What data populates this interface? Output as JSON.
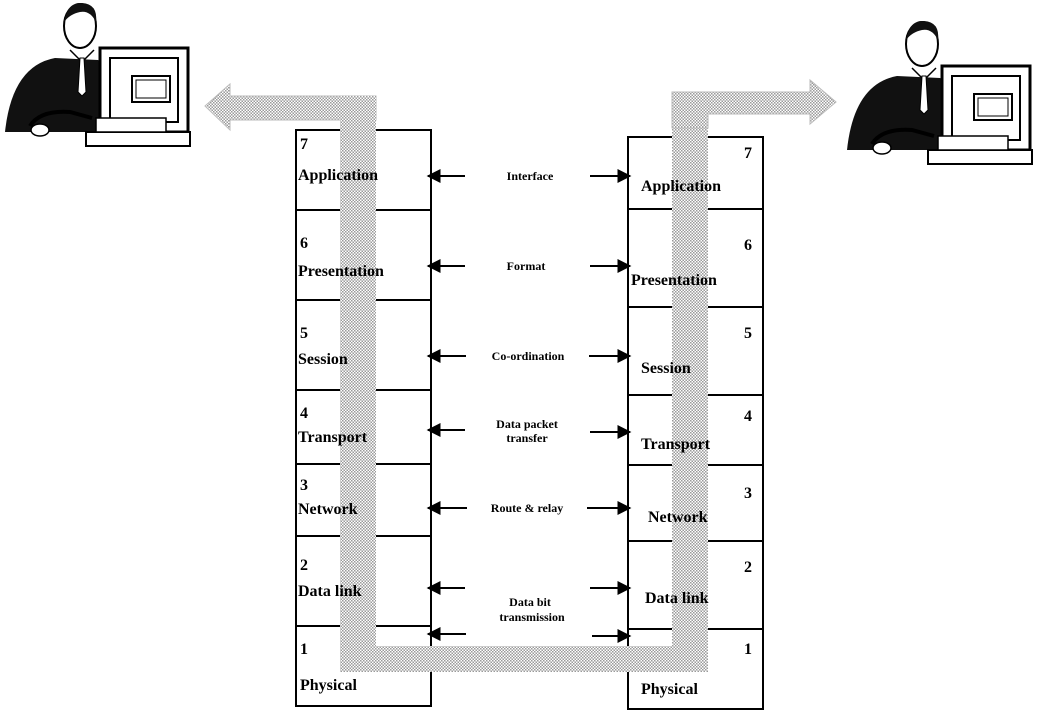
{
  "left_stack": {
    "layers": [
      {
        "number": "7",
        "name": "Application"
      },
      {
        "number": "6",
        "name": "Presentation"
      },
      {
        "number": "5",
        "name": "Session"
      },
      {
        "number": "4",
        "name": "Transport"
      },
      {
        "number": "3",
        "name": "Network"
      },
      {
        "number": "2",
        "name": "Data link"
      },
      {
        "number": "1",
        "name": "Physical"
      }
    ]
  },
  "right_stack": {
    "layers": [
      {
        "number": "7",
        "name": "Application"
      },
      {
        "number": "6",
        "name": "Presentation"
      },
      {
        "number": "5",
        "name": "Session"
      },
      {
        "number": "4",
        "name": "Transport"
      },
      {
        "number": "3",
        "name": "Network"
      },
      {
        "number": "2",
        "name": "Data link"
      },
      {
        "number": "1",
        "name": "Physical"
      }
    ]
  },
  "interfaces": {
    "application": "Interface",
    "presentation": "Format",
    "session": "Co-ordination",
    "transport": [
      "Data packet",
      "transfer"
    ],
    "network": "Route & relay",
    "datalink_physical": [
      "Data bit",
      "transmission"
    ]
  },
  "icons": {
    "left_user": "person-at-computer-icon",
    "right_user": "person-at-computer-icon"
  }
}
